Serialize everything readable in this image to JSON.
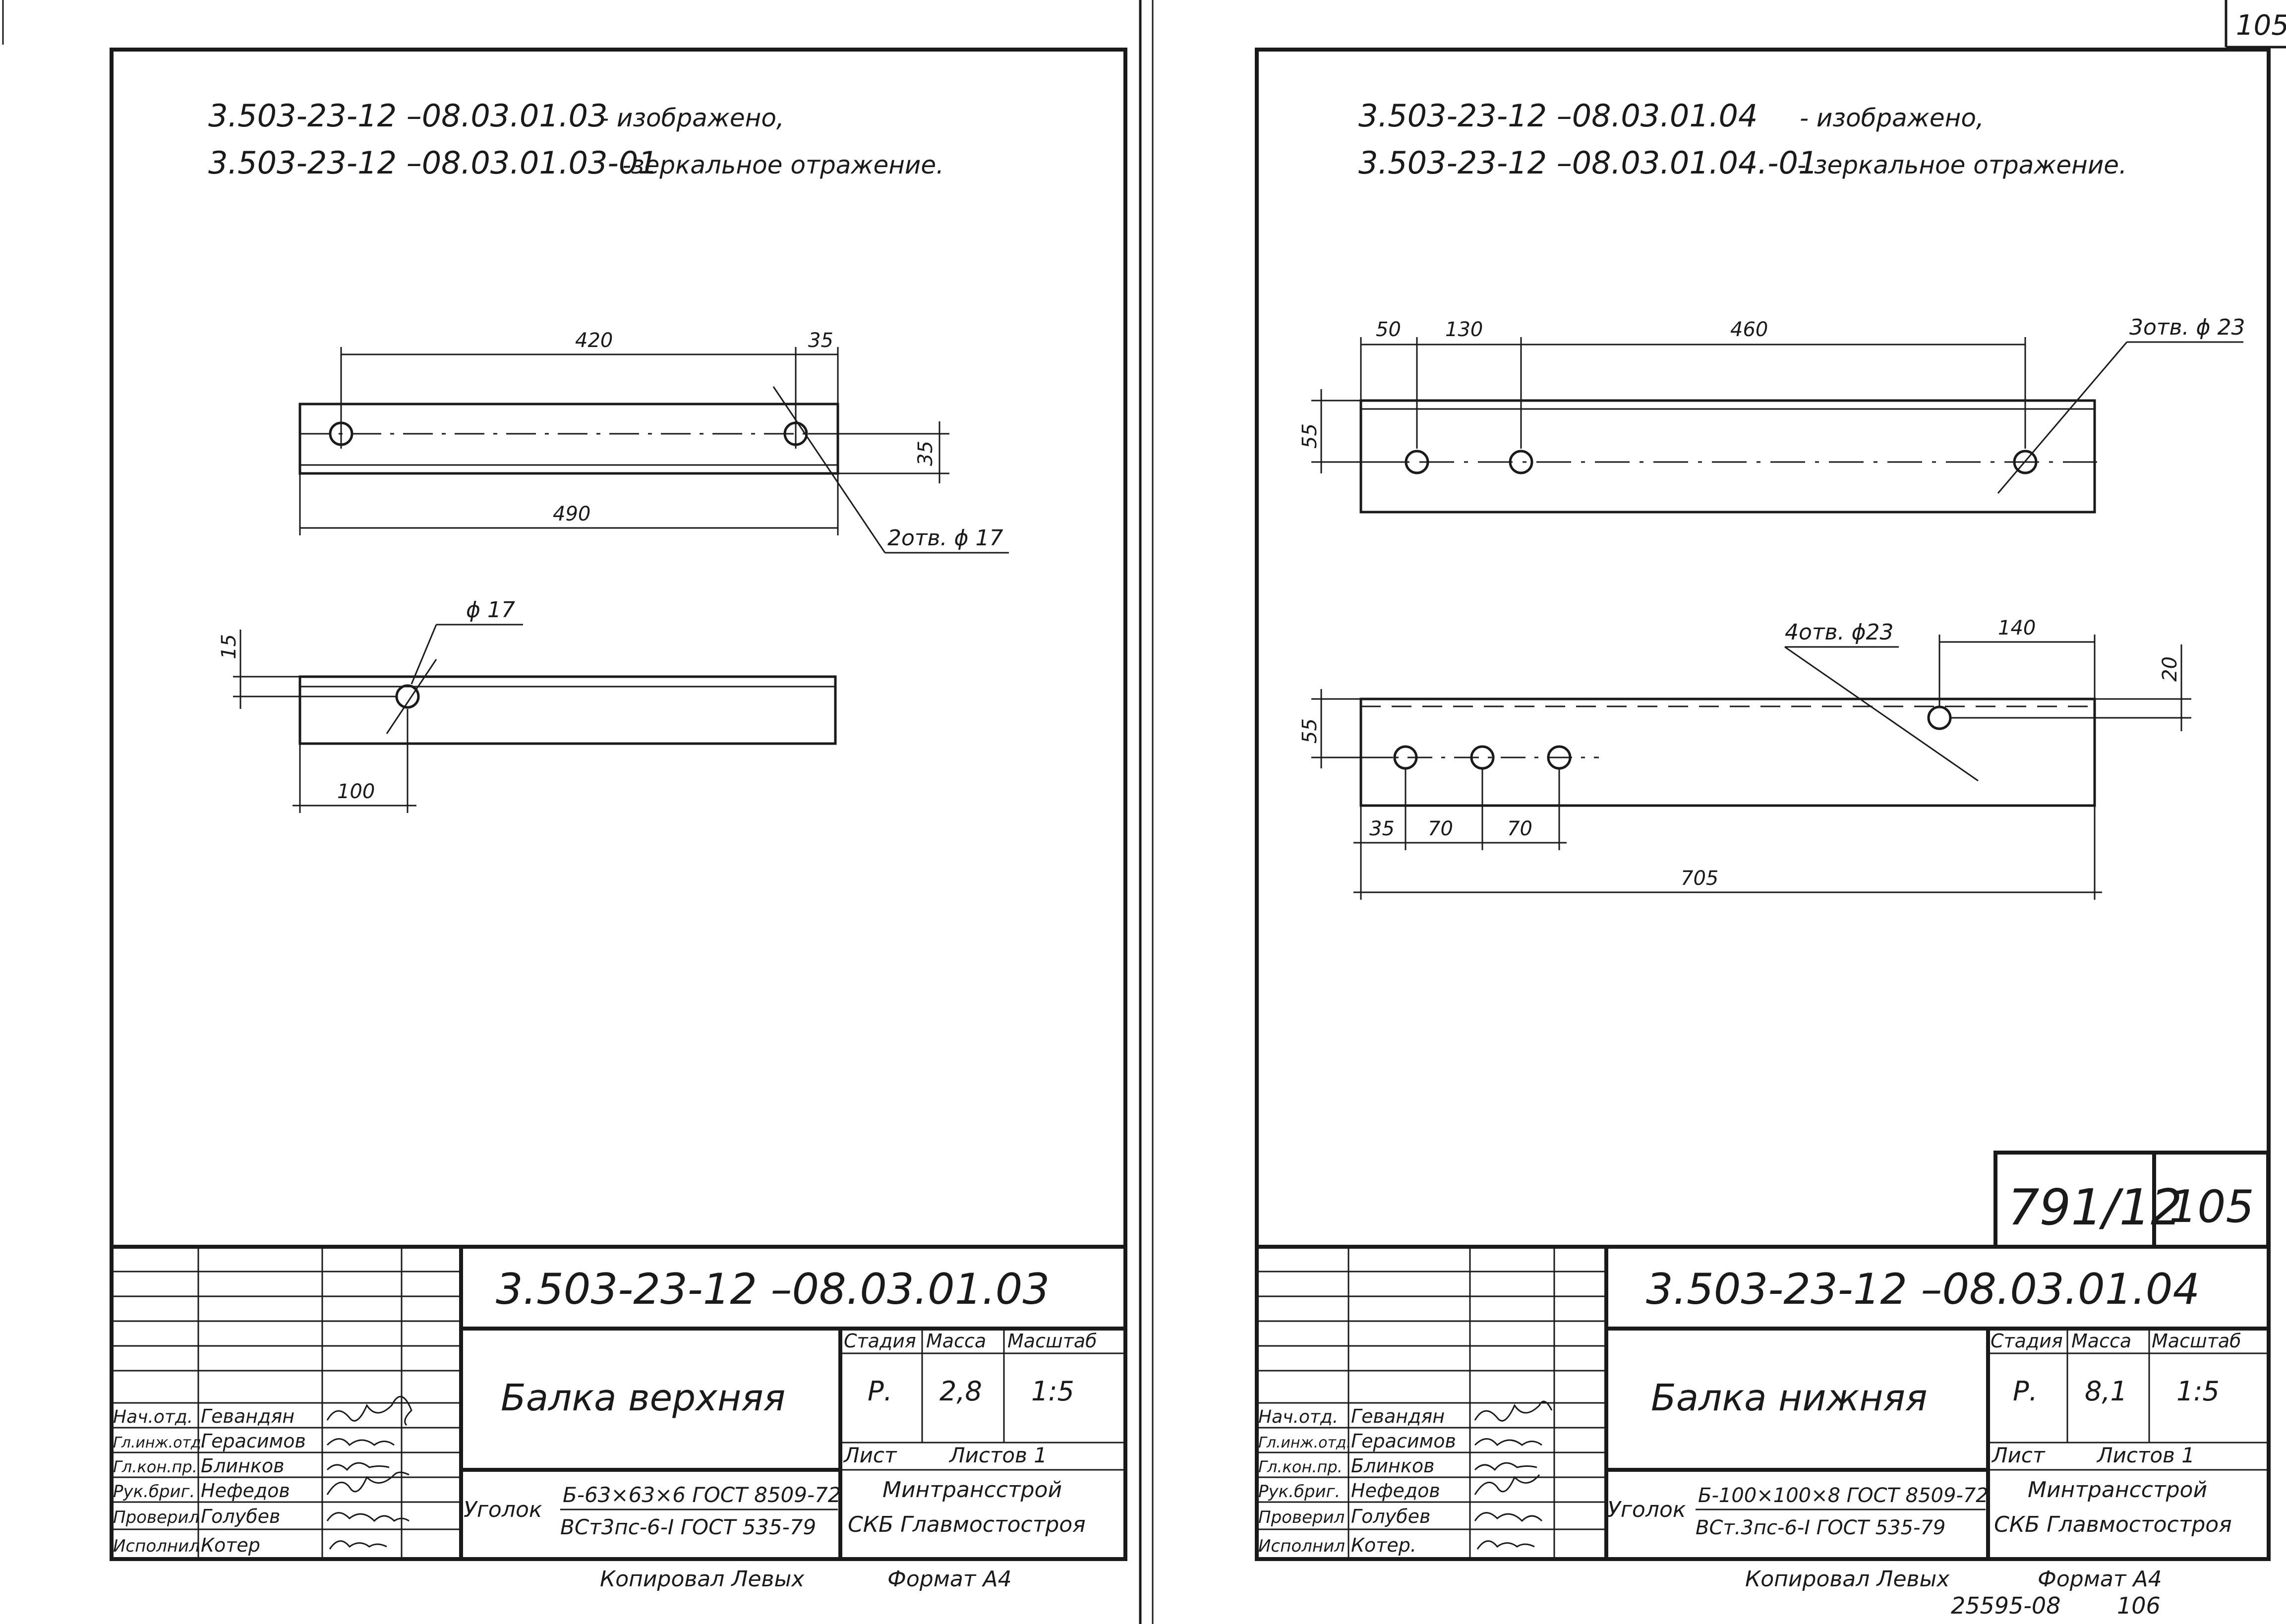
{
  "corner_page_number": "105",
  "handwritten_bottom": {
    "left": "25595-08",
    "right": "106"
  },
  "left_sheet": {
    "header_line1": {
      "code": "3.503-23-12 –08.03.01.03",
      "note": "- изображено,"
    },
    "header_line2": {
      "code": "3.503-23-12 –08.03.01.03-01",
      "note": "-зеркальное отражение."
    },
    "view1": {
      "dim_top_span": "420",
      "dim_top_edge": "35",
      "dim_right_offset": "35",
      "dim_overall": "490",
      "hole_callout": "2отв. ϕ 17"
    },
    "view2": {
      "dim_flange": "15",
      "hole_callout": "ϕ 17",
      "dim_bottom": "100"
    },
    "title_block": {
      "document_code": "3.503-23-12 –08.03.01.03",
      "part_name": "Балка верхняя",
      "labels": {
        "stage": "Стадия",
        "mass": "Масса",
        "scale": "Масштаб",
        "sheet": "Лист",
        "sheets": "Листов 1"
      },
      "values": {
        "stage": "Р.",
        "mass": "2,8",
        "scale": "1:5"
      },
      "material_label": "Уголок",
      "material_line1": "Б-63×63×6 ГОСТ 8509-72",
      "material_line2": "ВСт3пс-6-I ГОСТ 535-79",
      "organization_line1": "Минтрансстрой",
      "organization_line2": "СКБ Главмостостроя",
      "signatures": [
        {
          "role": "Нач.отд.",
          "name": "Гевандян"
        },
        {
          "role": "Гл.инж.отд.",
          "name": "Герасимов"
        },
        {
          "role": "Гл.кон.пр.",
          "name": "Блинков"
        },
        {
          "role": "Рук.бриг.",
          "name": "Нефедов"
        },
        {
          "role": "Проверил",
          "name": "Голубев"
        },
        {
          "role": "Исполнил",
          "name": "Котер"
        }
      ]
    },
    "footer": {
      "copied": "Копировал Левых",
      "format": "Формат А4"
    }
  },
  "right_sheet": {
    "header_line1": {
      "code": "3.503-23-12 –08.03.01.04",
      "note": "- изображено,"
    },
    "header_line2": {
      "code": "3.503-23-12 –08.03.01.04.-01",
      "note": "- зеркальное отражение."
    },
    "view1": {
      "dim_a": "50",
      "dim_b": "130",
      "dim_c": "460",
      "dim_height": "55",
      "hole_callout": "3отв. ϕ 23"
    },
    "view2": {
      "hole_callout": "4отв. ϕ23",
      "dim_top_right": "140",
      "dim_offset": "20",
      "dim_height": "55",
      "dim_b1": "35",
      "dim_b2": "70",
      "dim_b3": "70",
      "dim_overall": "705"
    },
    "stamp": {
      "number": "791/12",
      "page": "105"
    },
    "title_block": {
      "document_code": "3.503-23-12 –08.03.01.04",
      "part_name": "Балка нижняя",
      "labels": {
        "stage": "Стадия",
        "mass": "Масса",
        "scale": "Масштаб",
        "sheet": "Лист",
        "sheets": "Листов 1"
      },
      "values": {
        "stage": "Р.",
        "mass": "8,1",
        "scale": "1:5"
      },
      "material_label": "Уголок",
      "material_line1": "Б-100×100×8 ГОСТ 8509-72",
      "material_line2": "ВСт.3пс-6-I ГОСТ 535-79",
      "organization_line1": "Минтрансстрой",
      "organization_line2": "СКБ Главмостостроя",
      "signatures": [
        {
          "role": "Нач.отд.",
          "name": "Гевандян"
        },
        {
          "role": "Гл.инж.отд.",
          "name": "Герасимов"
        },
        {
          "role": "Гл.кон.пр.",
          "name": "Блинков"
        },
        {
          "role": "Рук.бриг.",
          "name": "Нефедов"
        },
        {
          "role": "Проверил",
          "name": "Голубев"
        },
        {
          "role": "Исполнил",
          "name": "Котер."
        }
      ]
    },
    "footer": {
      "copied": "Копировал Левых",
      "format": "Формат А4"
    }
  }
}
